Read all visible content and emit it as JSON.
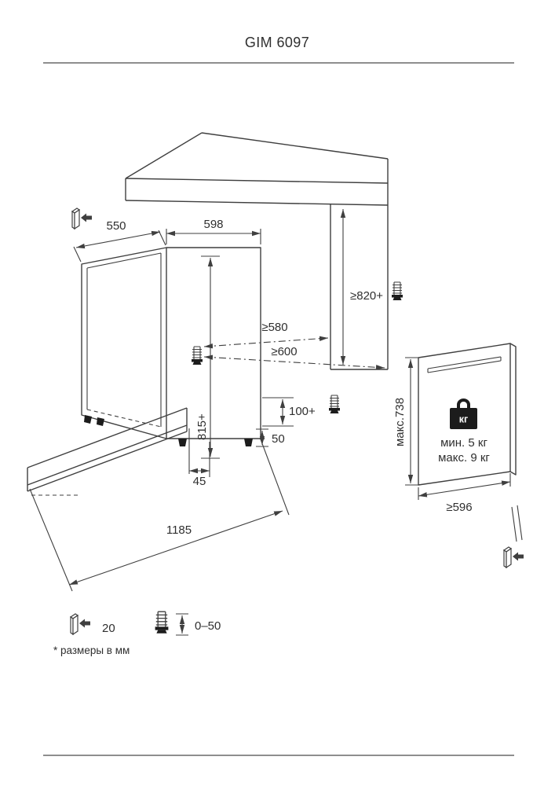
{
  "page": {
    "title": "GIM 6097",
    "footnote": "* размеры в мм"
  },
  "dimensions": {
    "cabinet_depth": "550",
    "cabinet_width": "598",
    "niche_height": "≥820+",
    "niche_depth": "≥580",
    "niche_depth_hoses": "≥600",
    "cabinet_height": "815+",
    "feet_adjustment": "100+",
    "plinth": "50",
    "door_clearance": "45",
    "depth_door_open": "1185",
    "panel_height_max": "макс.738",
    "panel_width_min": "≥596"
  },
  "facade_panel": {
    "weight_unit": "кг",
    "weight_min": "мин. 5 кг",
    "weight_max": "макс. 9 кг"
  },
  "legend": {
    "bracket_thickness": "20",
    "feet_range": "0–50"
  },
  "colors": {
    "line": "#3f3f3f",
    "text": "#2f2f2f",
    "black": "#1c1c1c",
    "background": "#ffffff"
  }
}
